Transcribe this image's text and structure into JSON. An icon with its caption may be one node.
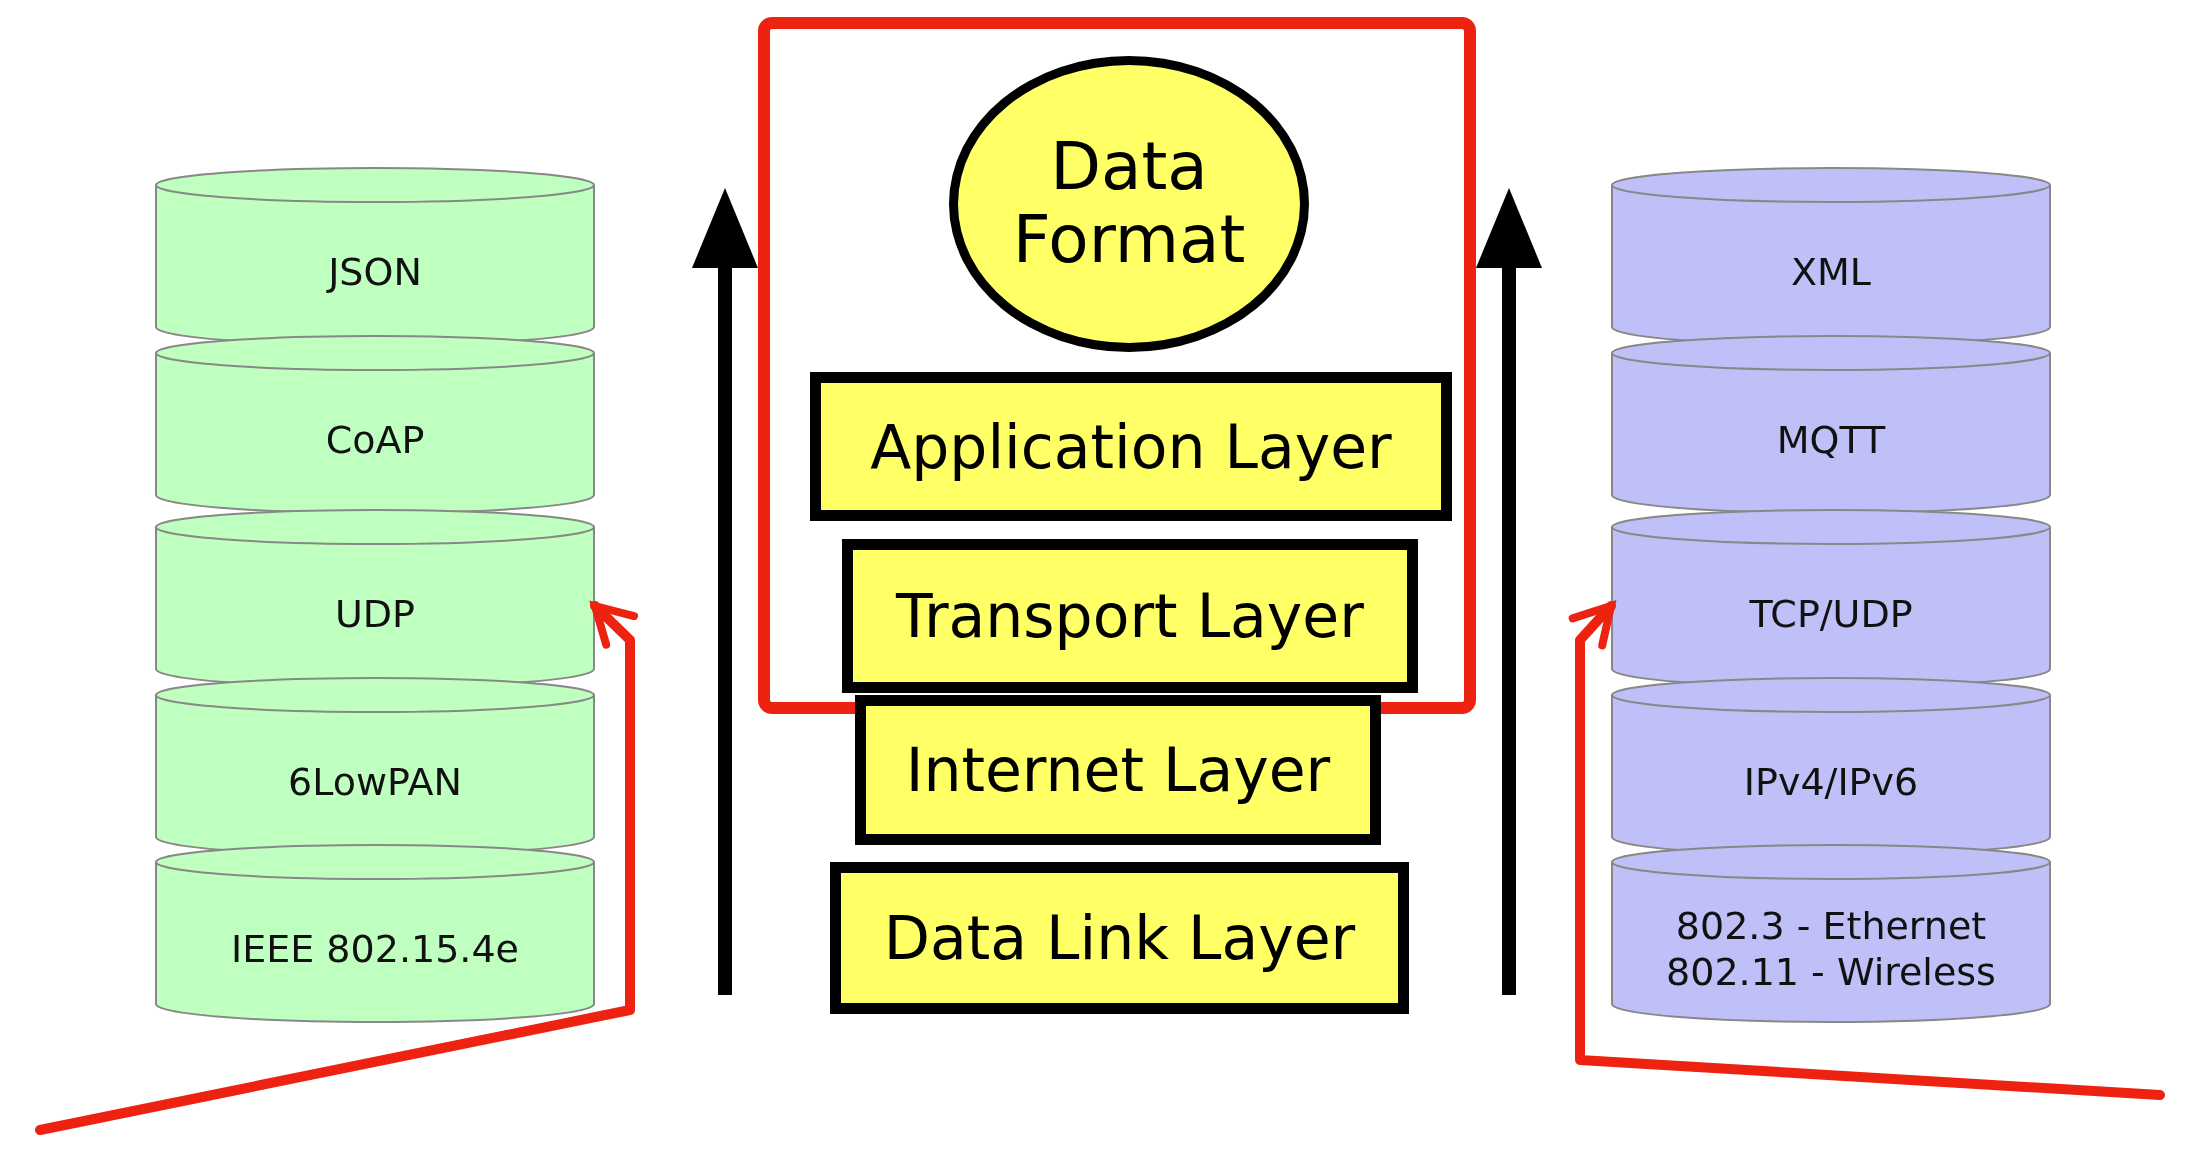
{
  "diagram": {
    "nodes": [
      {
        "text": [
          "JSON"
        ]
      },
      {
        "text": [
          "CoAP"
        ]
      },
      {
        "text": [
          "UDP"
        ]
      },
      {
        "text": [
          "6LowPAN"
        ]
      },
      {
        "text": [
          "IEEE 802.15.4e"
        ]
      },
      {
        "text": [],
        "shape": "box"
      },
      {
        "text": [
          "Data Format"
        ],
        "in": 5
      },
      {
        "text": [
          "Application Layer"
        ],
        "in": 5
      },
      {
        "text": [
          "Transport Layer"
        ],
        "in": 5
      },
      {
        "text": [
          "Internet Layer"
        ]
      },
      {
        "text": [
          "Data Link Layer"
        ]
      },
      {
        "text": [
          "XML"
        ]
      },
      {
        "text": [
          "MQTT"
        ]
      },
      {
        "text": [
          "TCP/UDP"
        ]
      },
      {
        "text": [
          "IPv4/IPv6"
        ]
      },
      {
        "text": [
          "802.3 - Ethernet",
          "802.11 - Wireless"
        ]
      }
    ],
    "edges": [
      {
        "from": null,
        "to": 2,
        "arrow": "to"
      },
      {
        "from": null,
        "to": 13,
        "arrow": "to"
      }
    ]
  }
}
